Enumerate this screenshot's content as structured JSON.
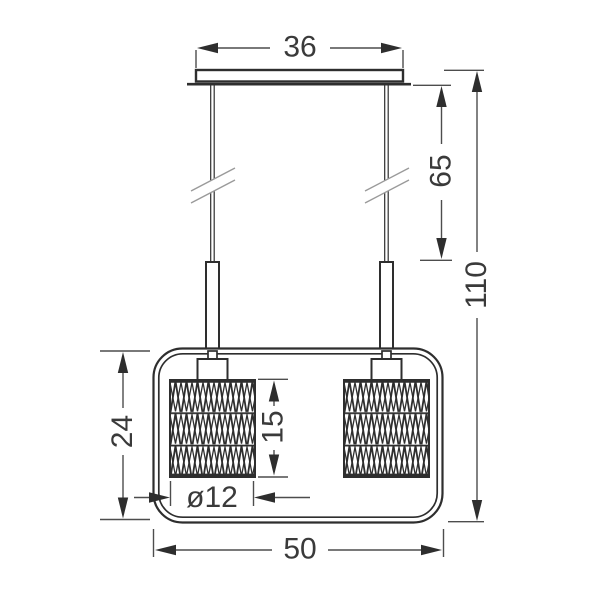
{
  "drawing": {
    "subject": "pendant-lamp-two-shades-technical-dimension-drawing",
    "dimensions": {
      "canopy_width": "36",
      "cable_length": "65",
      "total_height": "110",
      "frame_height": "24",
      "shade_height": "15",
      "shade_diameter": "ø12",
      "frame_width": "50"
    },
    "colors": {
      "background": "#ffffff",
      "outline": "#2e2e2e",
      "dimension_line": "#4d4d4d",
      "text": "#3a3a3a",
      "break_mark": "#9a9a9a"
    }
  }
}
